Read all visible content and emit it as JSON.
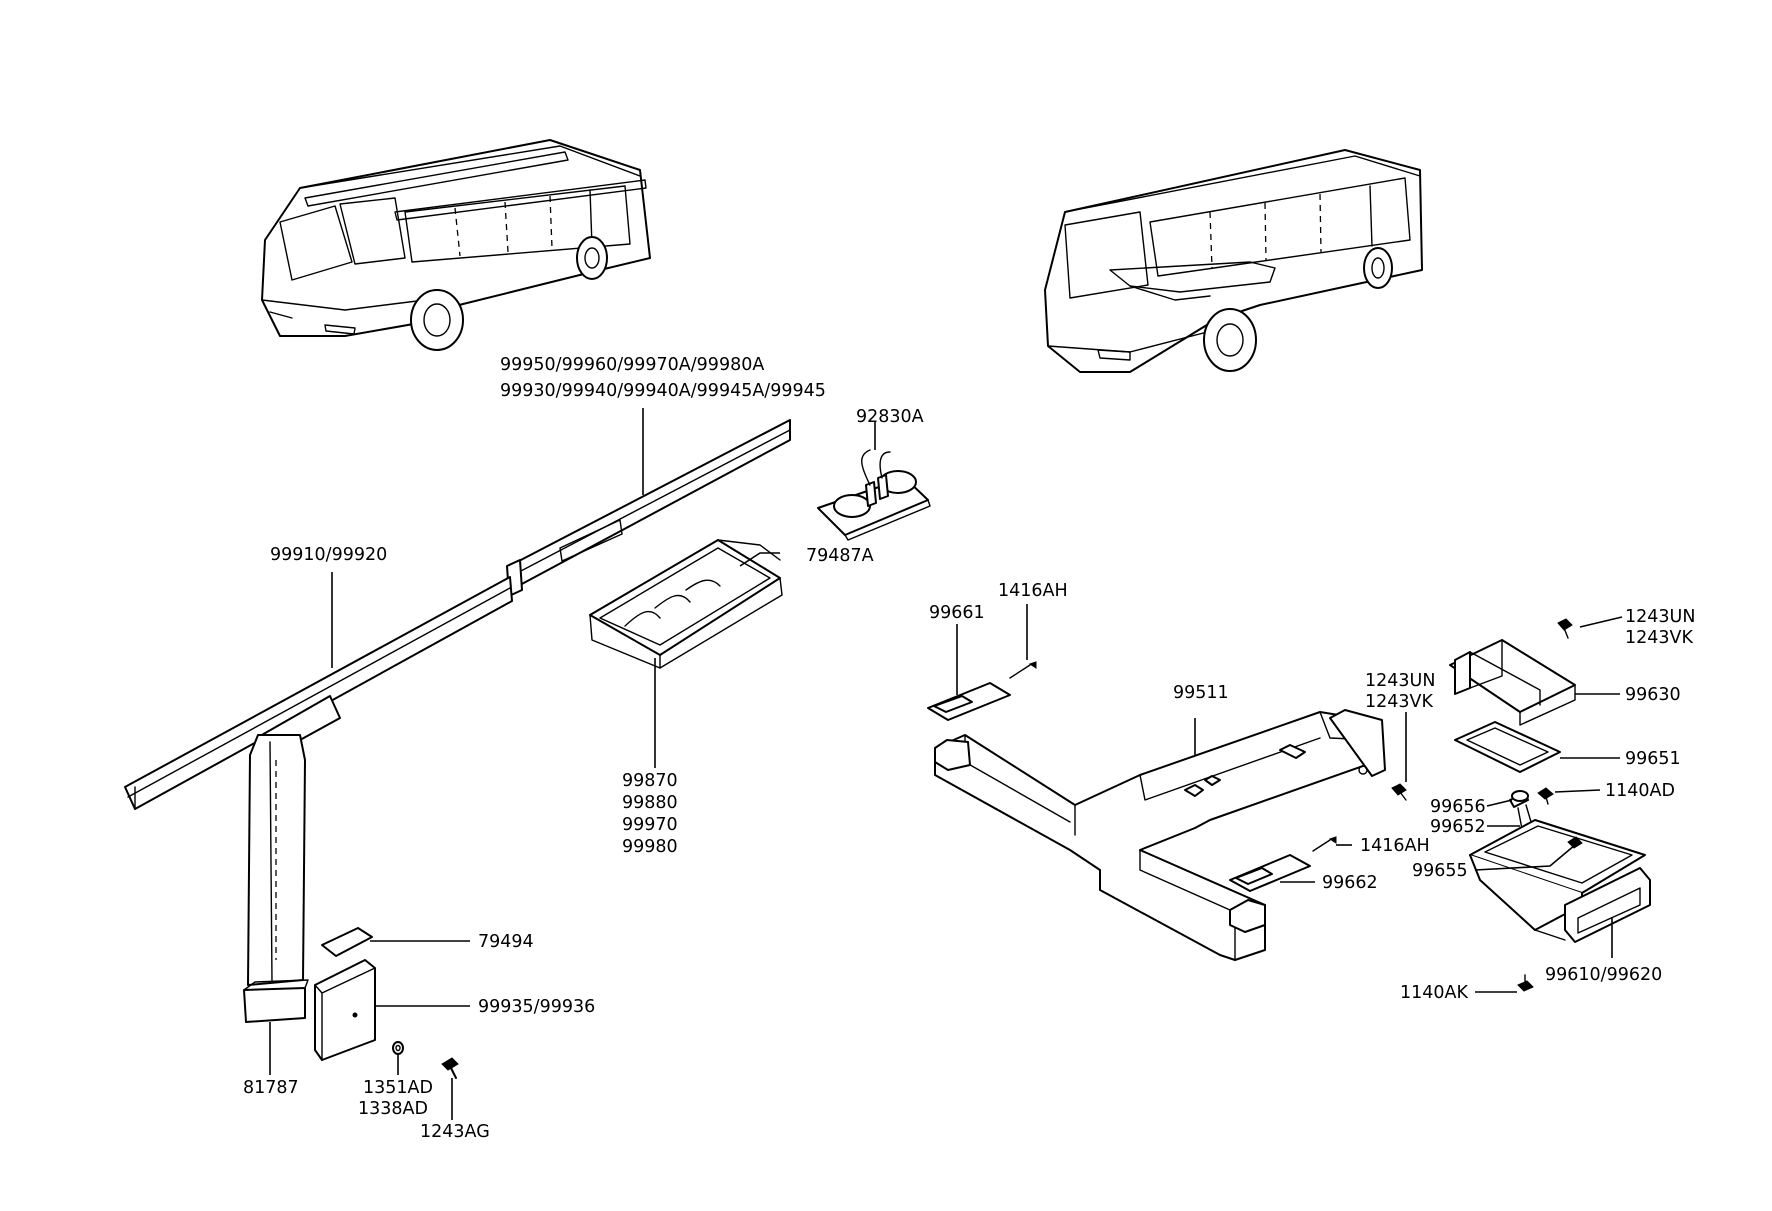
{
  "diagram": {
    "callouts": {
      "c99950_line": "99950/99960/99970A/99980A",
      "c99930_line": "99930/99940/99940A/99945A/99945",
      "c92830A": "92830A",
      "c79487A": "79487A",
      "c99910": "99910/99920",
      "c99870_group": [
        "99870",
        "99880",
        "99970",
        "99980"
      ],
      "c79494": "79494",
      "c99935": "99935/99936",
      "c81787": "81787",
      "c1351AD": "1351AD",
      "c1338AD": "1338AD",
      "c1243AG": "1243AG",
      "c1416AH_top": "1416AH",
      "c99661": "99661",
      "c99511": "99511",
      "c1243UN_mid": "1243UN",
      "c1243VK_mid": "1243VK",
      "c1243UN_right": "1243UN",
      "c1243VK_right": "1243VK",
      "c99630": "99630",
      "c99651": "99651",
      "c1140AD": "1140AD",
      "c99656": "99656",
      "c99652": "99652",
      "c1416AH_low": "1416AH",
      "c99655": "99655",
      "c99662": "99662",
      "c99610": "99610/99620",
      "c1140AK": "1140AK"
    }
  }
}
